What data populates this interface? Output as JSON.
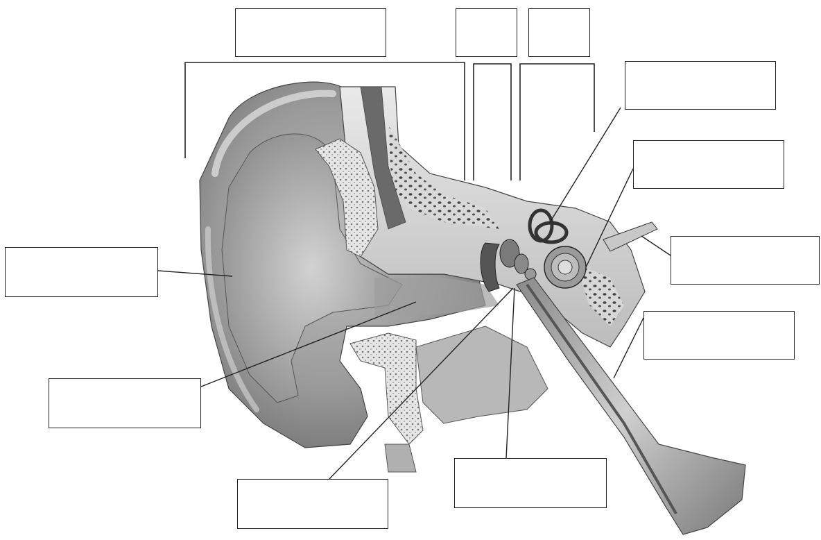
{
  "diagram": {
    "title": "",
    "labels": [
      {
        "id": "outer-ear-bracket",
        "text": ""
      },
      {
        "id": "middle-ear-bracket",
        "text": ""
      },
      {
        "id": "inner-ear-bracket",
        "text": ""
      },
      {
        "id": "semicircular-canals",
        "text": ""
      },
      {
        "id": "cochlea",
        "text": ""
      },
      {
        "id": "auricle",
        "text": ""
      },
      {
        "id": "vestibulocochlear-nerve",
        "text": ""
      },
      {
        "id": "auditory-tube",
        "text": ""
      },
      {
        "id": "ear-canal",
        "text": ""
      },
      {
        "id": "tympanic-membrane",
        "text": ""
      },
      {
        "id": "ossicles",
        "text": ""
      }
    ]
  },
  "colors": {
    "line": "#222222",
    "skin_dark": "#6f6f6f",
    "skin_mid": "#a9a9a9",
    "skin_light": "#dcdcdc",
    "bone": "#c8c8c8"
  }
}
